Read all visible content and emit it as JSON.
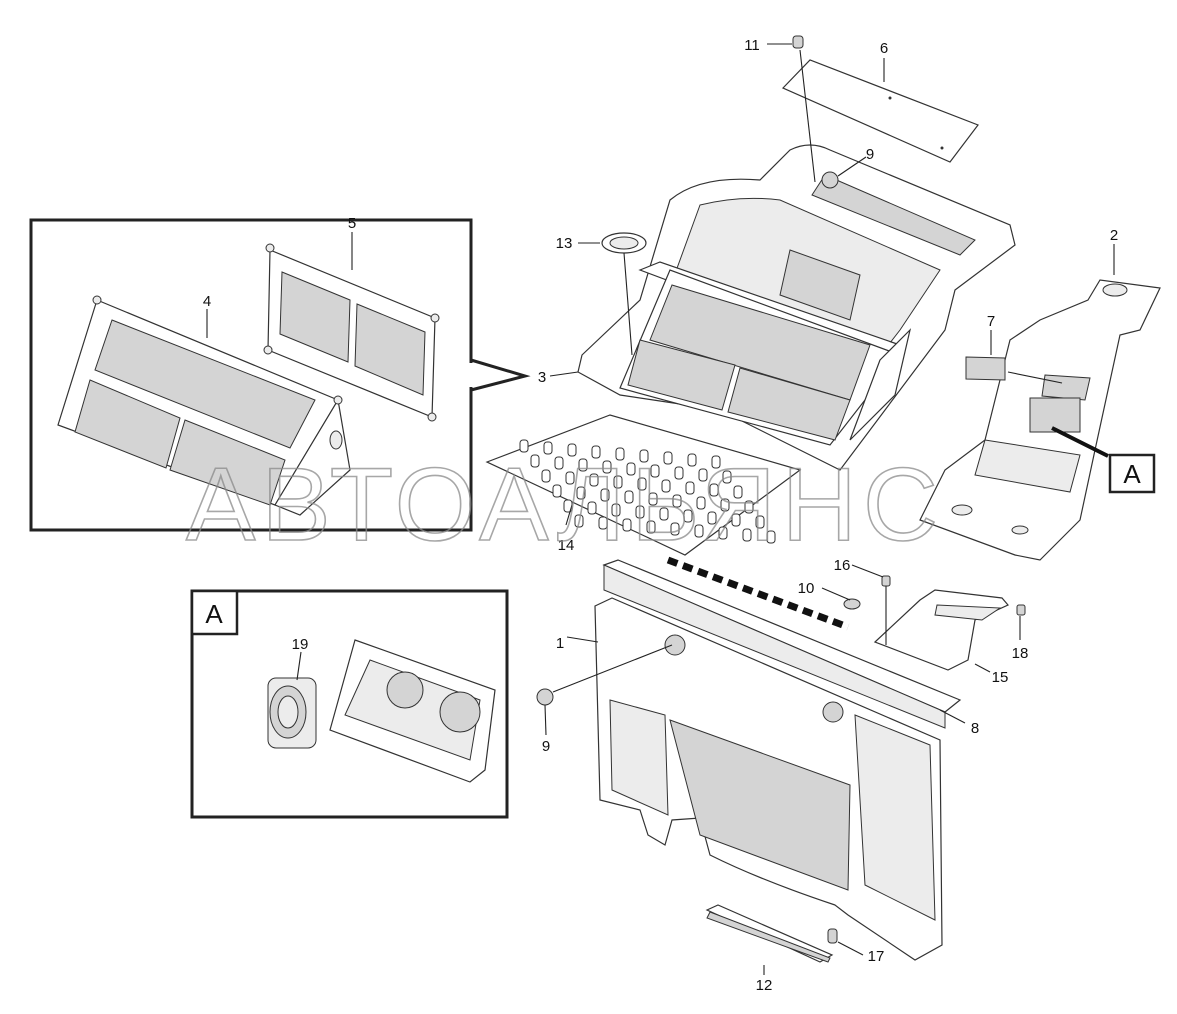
{
  "watermark": "АВТОАЛЬЯНС",
  "detail_tag": "A",
  "callouts": [
    "1",
    "2",
    "3",
    "4",
    "5",
    "6",
    "7",
    "8",
    "9",
    "9",
    "10",
    "11",
    "12",
    "13",
    "14",
    "15",
    "16",
    "17",
    "18",
    "19"
  ]
}
